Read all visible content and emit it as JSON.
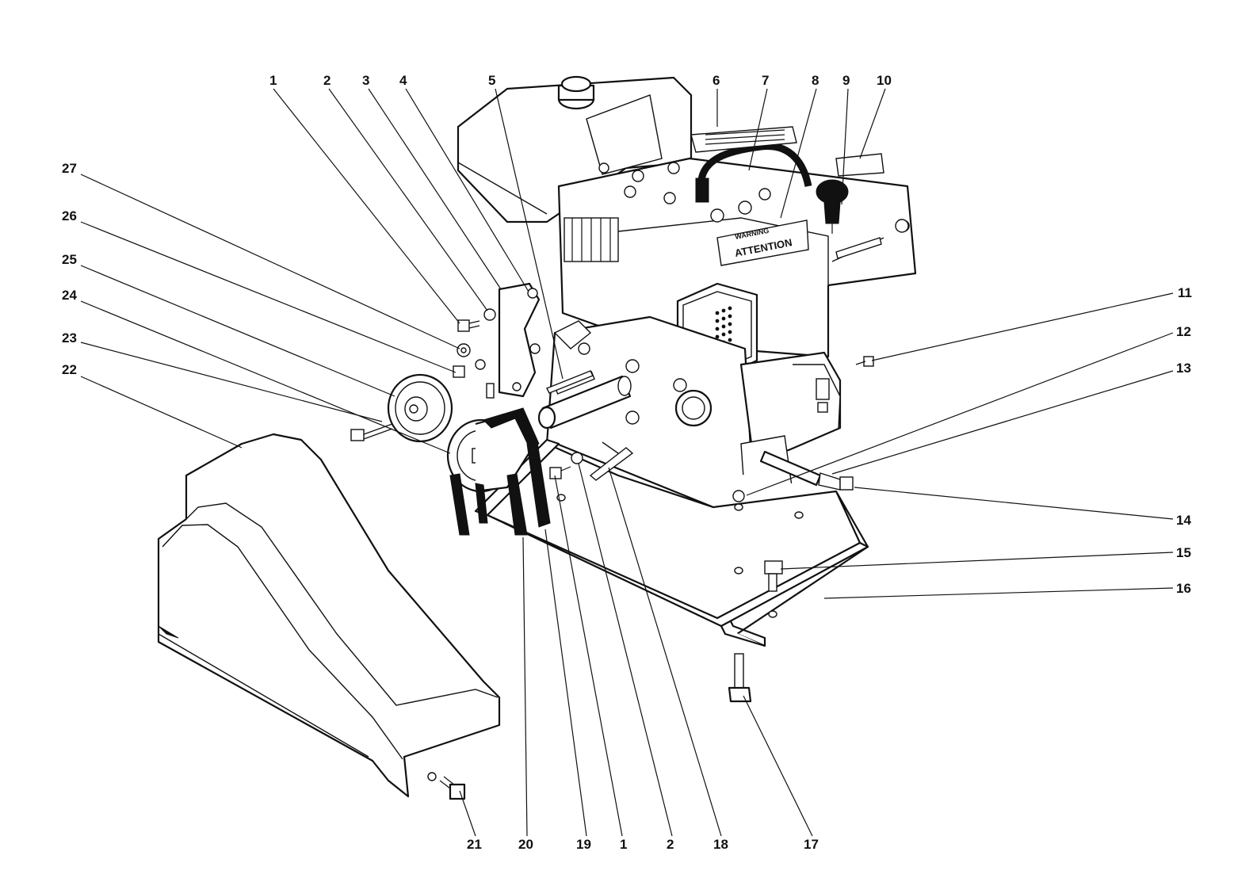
{
  "diagram": {
    "callouts": [
      {
        "label": "1"
      },
      {
        "label": "2"
      },
      {
        "label": "3"
      },
      {
        "label": "4"
      },
      {
        "label": "5"
      },
      {
        "label": "6"
      },
      {
        "label": "7"
      },
      {
        "label": "8"
      },
      {
        "label": "9"
      },
      {
        "label": "10"
      },
      {
        "label": "11"
      },
      {
        "label": "12"
      },
      {
        "label": "13"
      },
      {
        "label": "14"
      },
      {
        "label": "15"
      },
      {
        "label": "16"
      },
      {
        "label": "17"
      },
      {
        "label": "18"
      },
      {
        "label": "19"
      },
      {
        "label": "20"
      },
      {
        "label": "21"
      },
      {
        "label": "22"
      },
      {
        "label": "23"
      },
      {
        "label": "24"
      },
      {
        "label": "25"
      },
      {
        "label": "26"
      },
      {
        "label": "27"
      },
      {
        "label": "1"
      },
      {
        "label": "2"
      }
    ],
    "decals": {
      "warning": "WARNING",
      "attention": "ATTENTION"
    }
  }
}
